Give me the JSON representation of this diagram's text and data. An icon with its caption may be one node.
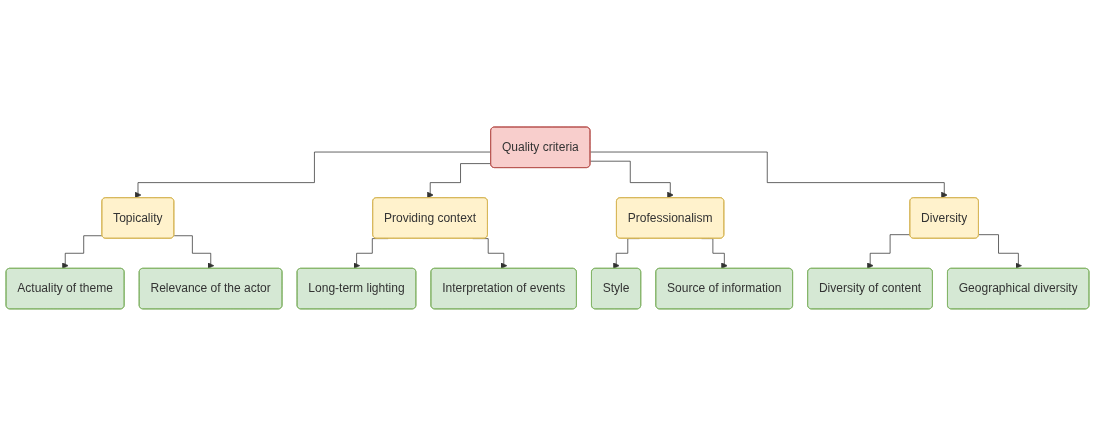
{
  "diagram": {
    "nodes": [
      {
        "text": [
          "Quality criteria"
        ]
      },
      {
        "text": [
          "Topicality"
        ]
      },
      {
        "text": [
          "Providing context"
        ]
      },
      {
        "text": [
          "Professionalism"
        ]
      },
      {
        "text": [
          "Diversity"
        ]
      },
      {
        "text": [
          "Actuality of theme"
        ]
      },
      {
        "text": [
          "Relevance of the actor"
        ]
      },
      {
        "text": [
          "Long-term lighting"
        ]
      },
      {
        "text": [
          "Interpretation of events"
        ]
      },
      {
        "text": [
          "Style"
        ]
      },
      {
        "text": [
          "Source of information"
        ]
      },
      {
        "text": [
          "Diversity of content"
        ]
      },
      {
        "text": [
          "Geographical diversity"
        ]
      }
    ],
    "edges": [
      {
        "from": 0,
        "to": 1,
        "arrow": "to"
      },
      {
        "from": 0,
        "to": 2,
        "arrow": "to"
      },
      {
        "from": 0,
        "to": 3,
        "arrow": "to"
      },
      {
        "from": 0,
        "to": 4,
        "arrow": "to"
      },
      {
        "from": 1,
        "to": 5,
        "arrow": "to"
      },
      {
        "from": 1,
        "to": 6,
        "arrow": "to"
      },
      {
        "from": 2,
        "to": 7,
        "arrow": "to"
      },
      {
        "from": 2,
        "to": 8,
        "arrow": "to"
      },
      {
        "from": 3,
        "to": 9,
        "arrow": "to"
      },
      {
        "from": 3,
        "to": 10,
        "arrow": "to"
      },
      {
        "from": 4,
        "to": 11,
        "arrow": "to"
      },
      {
        "from": 4,
        "to": 12,
        "arrow": "to"
      }
    ]
  }
}
